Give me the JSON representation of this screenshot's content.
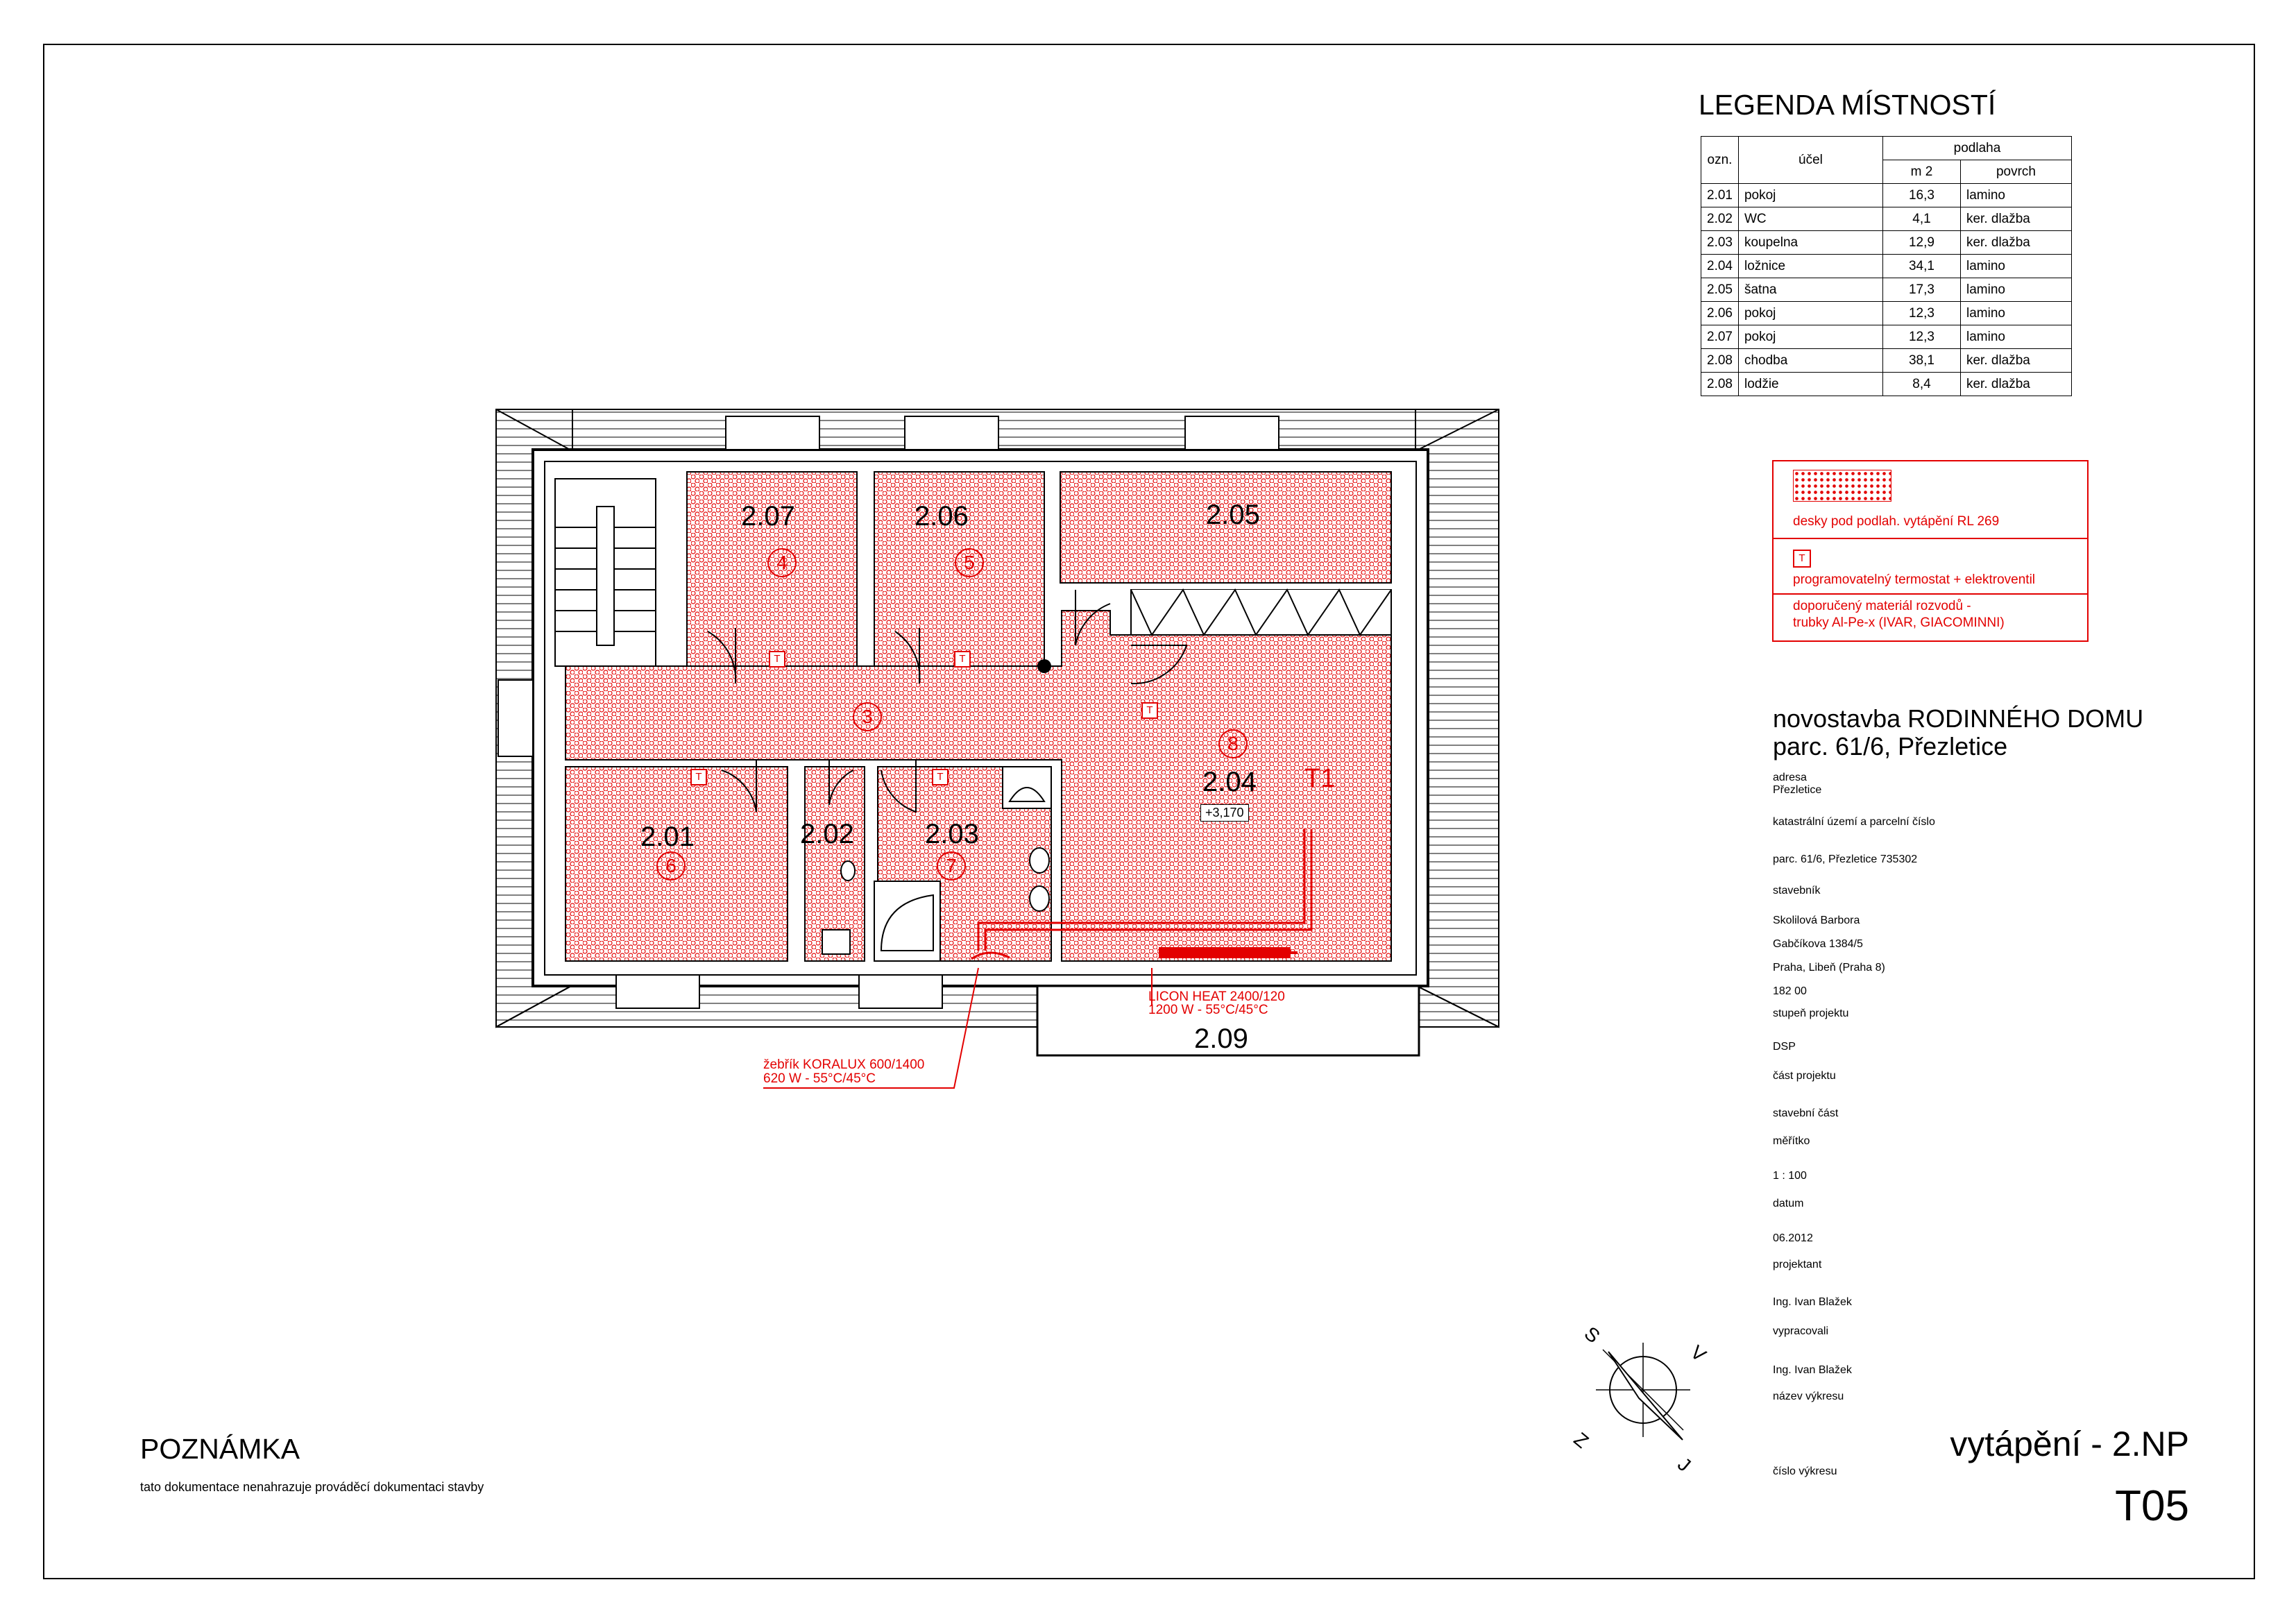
{
  "legend": {
    "title": "LEGENDA MÍSTNOSTÍ",
    "headers": {
      "ozn": "ozn.",
      "ucel": "účel",
      "podlaha": "podlaha",
      "m2": "m 2",
      "povrch": "povrch"
    },
    "rows": [
      {
        "ozn": "2.01",
        "ucel": "pokoj",
        "m2": "16,3",
        "povrch": "lamino"
      },
      {
        "ozn": "2.02",
        "ucel": "WC",
        "m2": "4,1",
        "povrch": "ker. dlažba"
      },
      {
        "ozn": "2.03",
        "ucel": "koupelna",
        "m2": "12,9",
        "povrch": "ker. dlažba"
      },
      {
        "ozn": "2.04",
        "ucel": "ložnice",
        "m2": "34,1",
        "povrch": "lamino"
      },
      {
        "ozn": "2.05",
        "ucel": "šatna",
        "m2": "17,3",
        "povrch": "lamino"
      },
      {
        "ozn": "2.06",
        "ucel": "pokoj",
        "m2": "12,3",
        "povrch": "lamino"
      },
      {
        "ozn": "2.07",
        "ucel": "pokoj",
        "m2": "12,3",
        "povrch": "lamino"
      },
      {
        "ozn": "2.08",
        "ucel": "chodba",
        "m2": "38,1",
        "povrch": "ker. dlažba"
      },
      {
        "ozn": "2.08",
        "ucel": "lodžie",
        "m2": "8,4",
        "povrch": "ker. dlažba"
      }
    ]
  },
  "key": {
    "heating_plates": "desky pod podlah. vytápění RL 269",
    "thermostat_symbol": "T",
    "thermostat": "programovatelný termostat + elektroventil",
    "material_line1": "doporučený materiál rozvodů -",
    "material_line2": "trubky Al-Pe-x (IVAR, GIACOMINNI)"
  },
  "plan": {
    "rooms": {
      "r207": "2.07",
      "r206": "2.06",
      "r205": "2.05",
      "r204": "2.04",
      "r203": "2.03",
      "r202": "2.02",
      "r201": "2.01",
      "r209": "2.09"
    },
    "circuits": {
      "c3": "3",
      "c4": "4",
      "c5": "5",
      "c6": "6",
      "c7": "7",
      "c8": "8"
    },
    "thermostat_mark": "T",
    "t1_label": "T1",
    "level": "+3,170",
    "licon_line1": "LICON HEAT 2400/120",
    "licon_line2": "1200 W -  55°C/45°C",
    "koralux_line1": "žebřík KORALUX 600/1400",
    "koralux_line2": "620 W -  55°C/45°C"
  },
  "compass": {
    "s": "S",
    "v": "V",
    "j": "J",
    "z": "Z"
  },
  "project": {
    "title_line1": "novostavba RODINNÉHO DOMU",
    "title_line2": "parc. 61/6, Přezletice",
    "adresa_label": "adresa",
    "adresa_value": "Přezletice",
    "katastr_label": "katastrální území a parcelní číslo",
    "katastr_value": "parc. 61/6, Přezletice 735302",
    "stavebnik_label": "stavebník",
    "stavebnik_1": "Skolilová Barbora",
    "stavebnik_2": "Gabčíkova 1384/5",
    "stavebnik_3": "Praha, Libeň (Praha 8)",
    "stavebnik_4": "182 00",
    "stupen_label": "stupeň projektu",
    "stupen_value": "DSP",
    "cast_label": "část projektu",
    "cast_value": "stavební část",
    "meritko_label": "měřítko",
    "meritko_value": "1 : 100",
    "datum_label": "datum",
    "datum_value": "06.2012",
    "projektant_label": "projektant",
    "projektant_value": "Ing. Ivan Blažek",
    "vypracovali_label": "vypracovali",
    "vypracovali_value": "Ing. Ivan Blažek",
    "nazev_label": "název výkresu",
    "nazev_value": "vytápění - 2.NP",
    "cislo_label": "číslo výkresu",
    "cislo_value": "T05"
  },
  "note": {
    "heading": "POZNÁMKA",
    "text": "tato dokumentace nenahrazuje prováděcí dokumentaci stavby"
  },
  "colors": {
    "heating": "#e30000",
    "line": "#000000"
  }
}
